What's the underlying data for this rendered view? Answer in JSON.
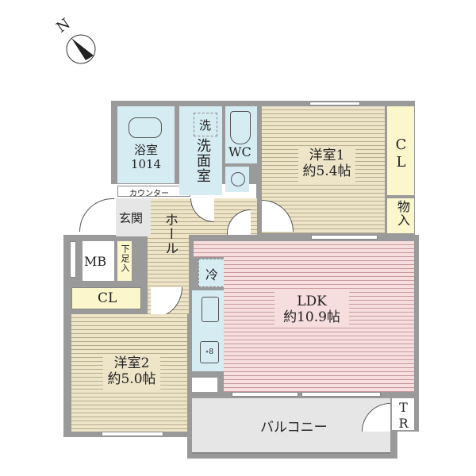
{
  "compass": {
    "label": "N",
    "icon": "north-arrow-icon"
  },
  "rooms": {
    "bath": {
      "name": "浴室",
      "size": "1014"
    },
    "washroom": {
      "name": "洗面室",
      "washer_label": "洗"
    },
    "wc": {
      "name": "WC"
    },
    "western1": {
      "name": "洋室1",
      "area": "約5.4帖"
    },
    "closet1": {
      "name": "CL"
    },
    "storage": {
      "name": "物入"
    },
    "counter": {
      "name": "カウンター"
    },
    "entrance": {
      "name": "玄関"
    },
    "hall": {
      "name": "ホール"
    },
    "mb": {
      "name": "MB"
    },
    "shoe": {
      "name": "下足入"
    },
    "closet2": {
      "name": "CL"
    },
    "fridge": {
      "name": "冷"
    },
    "ldk": {
      "name": "LDK",
      "area": "約10.9帖"
    },
    "western2": {
      "name": "洋室2",
      "area": "約5.0帖"
    },
    "balcony": {
      "name": "バルコニー"
    },
    "trunk": {
      "name": "TR"
    }
  },
  "colors": {
    "wall": "#9a9a9a",
    "wood_floor": "#eee4c8",
    "ldk_floor": "#f7dede",
    "wet_area": "#d6ecf3",
    "closet": "#fbf6cc",
    "balcony": "#e6e6e6"
  }
}
